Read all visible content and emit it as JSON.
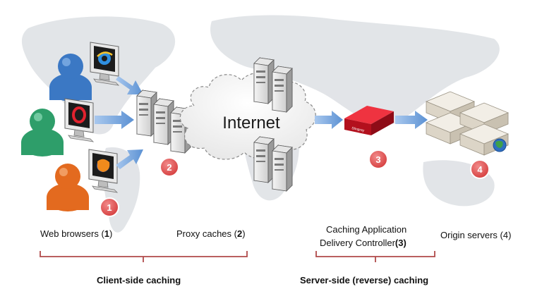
{
  "cloud": {
    "label": "Internet"
  },
  "markers": [
    "1",
    "2",
    "3",
    "4"
  ],
  "device": {
    "brand": "Stingray"
  },
  "labels": {
    "web_browsers": {
      "text": "Web browsers (",
      "num": "1",
      "close": ")"
    },
    "proxy_caches": {
      "text": "Proxy caches (",
      "num": "2",
      "close": ")"
    },
    "adc_line1": "Caching Application",
    "adc_line2": {
      "text": "Delivery Controller",
      "num": "(3)"
    },
    "origin_servers": "Origin servers (4)"
  },
  "groups": {
    "client": "Client-side caching",
    "server": "Server-side (reverse) caching"
  },
  "colors": {
    "marker": "#e25555",
    "arrow": "#6a9fd8",
    "bracket": "#b04a4a",
    "appliance": "#d8182a",
    "map": "#dfe2e6"
  },
  "icons": {
    "users": [
      "user-blue-icon",
      "user-green-icon",
      "user-orange-icon"
    ],
    "browsers": [
      "ie-icon",
      "opera-icon",
      "firefox-icon"
    ]
  }
}
